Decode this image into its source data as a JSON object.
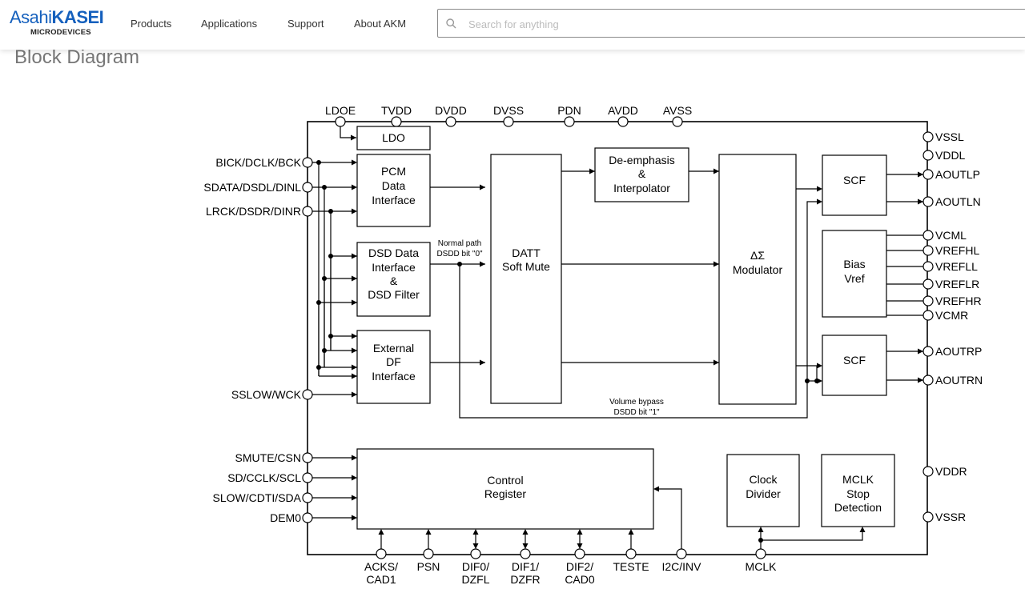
{
  "header": {
    "logo_asahi": "Asahi",
    "logo_kasei": "KASEI",
    "logo_sub": "MICRODEVICES",
    "nav": [
      "Products",
      "Applications",
      "Support",
      "About AKM"
    ],
    "search_placeholder": "Search for anything",
    "search_value": ""
  },
  "page": {
    "title": "Block Diagram"
  },
  "diagram": {
    "top_pins": [
      "LDOE",
      "TVDD",
      "DVDD",
      "DVSS",
      "PDN",
      "AVDD",
      "AVSS"
    ],
    "left_pins": [
      "BICK/DCLK/BCK",
      "SDATA/DSDL/DINL",
      "LRCK/DSDR/DINR",
      "SSLOW/WCK",
      "SMUTE/CSN",
      "SD/CCLK/SCL",
      "SLOW/CDTI/SDA",
      "DEM0"
    ],
    "right_pins": [
      "VSSL",
      "VDDL",
      "AOUTLP",
      "AOUTLN",
      "VCML",
      "VREFHL",
      "VREFLL",
      "VREFLR",
      "VREFHR",
      "VCMR",
      "AOUTRP",
      "AOUTRN",
      "VDDR",
      "VSSR"
    ],
    "bottom_pins": [
      [
        "ACKS/",
        "CAD1"
      ],
      [
        "PSN"
      ],
      [
        "DIF0/",
        "DZFL"
      ],
      [
        "DIF1/",
        "DZFR"
      ],
      [
        "DIF2/",
        "CAD0"
      ],
      [
        "TESTE"
      ],
      [
        "I2C/INV"
      ],
      [
        "MCLK"
      ]
    ],
    "blocks": {
      "ldo": [
        "LDO"
      ],
      "pcm": [
        "PCM",
        "Data",
        "Interface"
      ],
      "dsd": [
        "DSD Data",
        "Interface",
        "&",
        "DSD Filter"
      ],
      "extdf": [
        "External",
        "DF",
        "Interface"
      ],
      "datt": [
        "DATT",
        "Soft Mute"
      ],
      "deemph": [
        "De-emphasis",
        "&",
        "Interpolator"
      ],
      "modulator": [
        "ΔΣ",
        "Modulator"
      ],
      "scf_l": [
        "SCF"
      ],
      "bias": [
        "Bias",
        "Vref"
      ],
      "scf_r": [
        "SCF"
      ],
      "control": [
        "Control",
        "Register"
      ],
      "clockdiv": [
        "Clock",
        "Divider"
      ],
      "mclkstop": [
        "MCLK",
        "Stop",
        "Detection"
      ]
    },
    "annotations": {
      "normal_path": [
        "Normal path",
        "DSDD bit \"0\""
      ],
      "volume_bypass": [
        "Volume bypass",
        "DSDD bit \"1\""
      ]
    }
  }
}
